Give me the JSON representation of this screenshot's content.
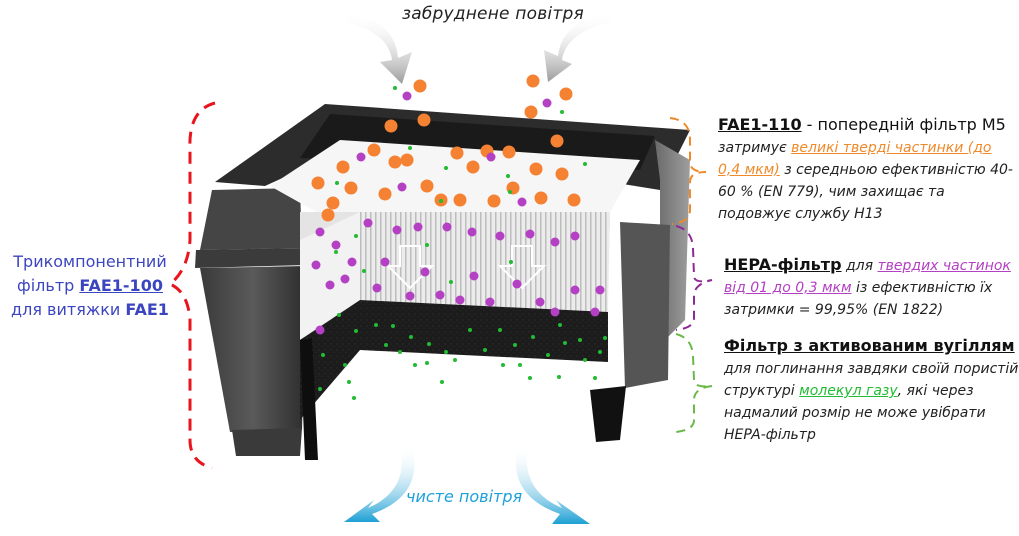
{
  "top_label": "забруднене повітря",
  "bottom_label": "чисте повітря",
  "product": {
    "line1": "Трикомпонентний",
    "line2_prefix": "фільтр ",
    "model": "FAE1-100",
    "line3_prefix": "для витяжки ",
    "hood": "FAE1"
  },
  "layers": [
    {
      "id": "prefilter",
      "title": "FAE1-110",
      "title_tail": " - попередній фільтр M5",
      "text_before": "затримує ",
      "highlight": "великі тверді частинки (до 0,4 мкм)",
      "text_after": " з середньою ефективністю 40-60 % (EN 779), чим захищає та подовжує службу H13",
      "color": "#ef8a2b"
    },
    {
      "id": "hepa",
      "title": "HEPA-фільтр",
      "title_tail": " ",
      "text_before": "для ",
      "highlight": "твердих частинок від 01 до 0,3 мкм",
      "text_after": " із ефективністю їх затримки = 99,95% (EN 1822)",
      "color": "#b440c4"
    },
    {
      "id": "carbon",
      "title": "Фільтр з активованим вугіллям",
      "title_tail": "",
      "text_before": "для поглинання завдяки своїй пористій структурі ",
      "highlight": "молекул газу",
      "text_after": ", які через надмалий розмір не може увібрати HEPA-фільтр",
      "color": "#55b844"
    }
  ],
  "colors": {
    "product_text": "#3c45c0",
    "bracket_product": "#e8141e",
    "particle_large": "#f58232",
    "particle_medium": "#b440c4",
    "particle_gas": "#22bb33",
    "clean_air": "#1ea0dc"
  },
  "icons": {
    "dirty_air_arrows": "curved-arrow-down-gray",
    "clean_air_arrows": "curved-arrow-down-blue",
    "flow_arrows": "arrow-down-outline"
  }
}
